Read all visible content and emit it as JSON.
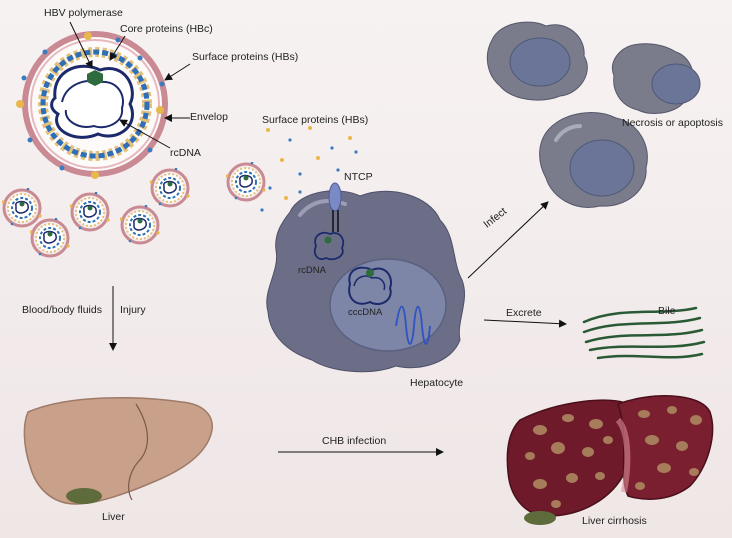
{
  "labels": {
    "hbv_polymerase": "HBV polymerase",
    "core_proteins": "Core proteins (HBc)",
    "surface_proteins_top": "Surface proteins (HBs)",
    "envelop": "Envelop",
    "rcdna_virion": "rcDNA",
    "surface_proteins_mid": "Surface proteins (HBs)",
    "ntcp": "NTCP",
    "rcdna_cell": "rcDNA",
    "cccdna": "cccDNA",
    "hepatocyte": "Hepatocyte",
    "infect": "Infect",
    "necrosis": "Necrosis or apoptosis",
    "excrete": "Excrete",
    "bile": "Bile",
    "blood": "Blood/body fluids",
    "injury": "Injury",
    "liver": "Liver",
    "chb_infection": "CHB infection",
    "liver_cirrhosis": "Liver cirrhosis"
  },
  "colors": {
    "background": "#f3ecec",
    "virion_envelope": "#c98a93",
    "core_capsid": "#2f6fb5",
    "polymerase": "#2e6b3f",
    "dna": "#1c2a6b",
    "hepatocyte": "#6b6e86",
    "nucleus": "#7d86a6",
    "liver": "#c9a08a",
    "cirrhotic_liver": "#6e1a2a",
    "bile": "#2a5a35"
  }
}
